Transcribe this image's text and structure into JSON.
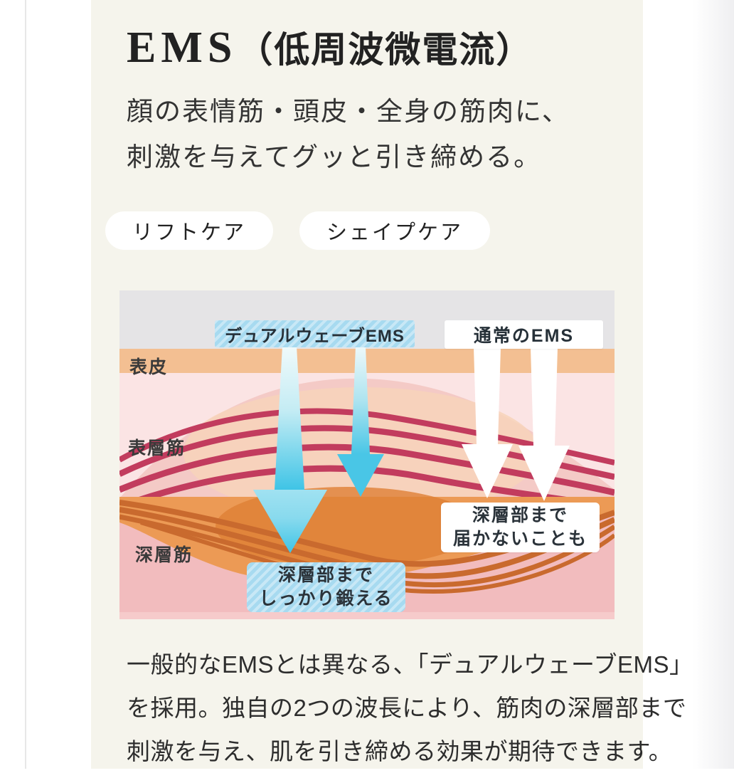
{
  "header": {
    "title_en": "EMS",
    "title_paren": "（低周波微電流）"
  },
  "lede": {
    "line1": "顔の表情筋・頭皮・全身の筋肉に、",
    "line2": "刺激を与えてグッと引き締める。"
  },
  "badges": [
    {
      "label": "リフトケア"
    },
    {
      "label": "シェイプケア"
    }
  ],
  "diagram": {
    "labels": {
      "dual_wave": "デュアルウェーブEMS",
      "normal": "通常のEMS",
      "epidermis": "表皮",
      "surface_muscle": "表層筋",
      "deep_muscle": "深層筋"
    },
    "callouts": {
      "dual_line1": "深層部まで",
      "dual_line2": "しっかり鍛える",
      "normal_line1": "深層部まで",
      "normal_line2": "届かないことも"
    },
    "colors": {
      "sky_gray": "#e5e4e6",
      "epidermis_orange": "#f3bf92",
      "surface_pink": "#fbe4e4",
      "bump_pink": "#f4cac6",
      "bump_peach": "#f7d4ba",
      "surface_fiber_red": "#c23c5e",
      "deep_band_orange": "#ec9a55",
      "deep_glow_orange": "#de7f35",
      "deep_fiber_orange": "#c96a2e",
      "deep_pink": "#f2bcbe",
      "arrow_cyan": "#3fc4e6",
      "label_cyan": "#a7daf0",
      "page_cream": "#f5f4ec"
    }
  },
  "body_text": {
    "lines": [
      "一般的なEMSとは異なる、「デュアルウェーブEMS」",
      "を採用。独自の2つの波長により、筋肉の深層部まで",
      "刺激を与え、肌を引き締める効果が期待できます。"
    ]
  }
}
